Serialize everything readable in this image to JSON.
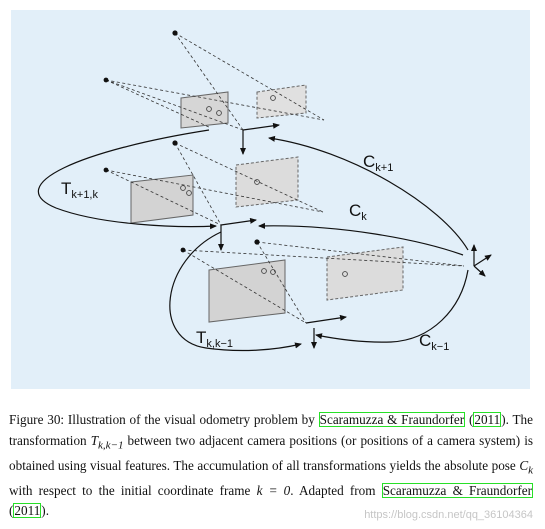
{
  "labels": {
    "c_next": {
      "base": "C",
      "sub": "k+1"
    },
    "c_cur": {
      "base": "C",
      "sub": "k"
    },
    "c_prev": {
      "base": "C",
      "sub": "k−1"
    },
    "t_upper": {
      "base": "T",
      "sub": "k+1,k"
    },
    "t_lower": {
      "base": "T",
      "sub": "k,k−1"
    }
  },
  "caption": {
    "figure_number": "Figure 30:",
    "text_1": " Illustration of the visual odometry problem by ",
    "citation_1": "Scaramuzza & Fraundorfer",
    "text_2": " (",
    "year_1": "2011",
    "text_3": "). The transformation ",
    "t_symbol": "T",
    "t_sub": "k,k−1",
    "text_4": " between two adjacent camera positions (or positions of a camera system) is obtained using visual features. The accumulation of all transformations yields the absolute pose ",
    "c_symbol": "C",
    "c_sub": "k",
    "text_5": " with respect to the initial coordinate frame ",
    "k_equation": "k = 0",
    "text_6": ". Adapted from ",
    "citation_2": "Scaramuzza & Fraundorfer",
    "text_7": " (",
    "year_2": "2011",
    "text_8": ")."
  },
  "watermark": "https://blog.csdn.net/qq_36104364",
  "colors": {
    "panel": "#e2eff9",
    "citation_box": "#27e027",
    "plane": "#d4d4d4"
  }
}
